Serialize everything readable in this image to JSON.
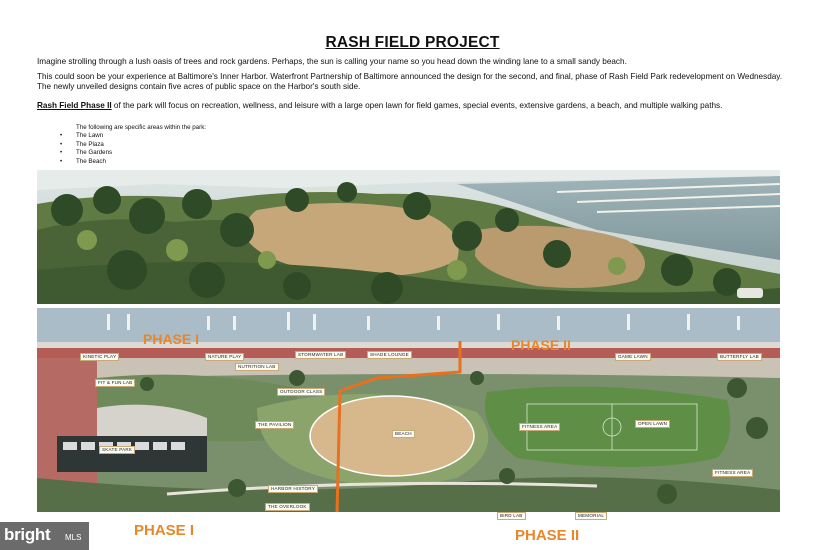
{
  "document": {
    "title": "RASH FIELD PROJECT",
    "paragraph1": "Imagine strolling through a lush oasis of trees and rock gardens. Perhaps, the sun is calling your name so you head down the winding lane to a small sandy beach.",
    "paragraph2": "This could soon be your experience at Baltimore's Inner Harbor. Waterfront Partnership of Baltimore announced the design for the second, and final, phase of Rash Field Park redevelopment on Wednesday. The newly unveiled designs contain five acres of public space on the Harbor's south side.",
    "paragraph3_bold": "Rash Field Phase II",
    "paragraph3_rest": " of the park will focus on recreation, wellness, and leisure with a large open lawn for field games, special events, extensive gardens, a beach, and multiple walking paths.",
    "areas_intro": "The following are specific areas within the park:",
    "areas": [
      "The Lawn",
      "The Plaza",
      "The Gardens",
      "The Beach"
    ]
  },
  "site_plan": {
    "labels": {
      "kinetic_play": "KINETIC PLAY",
      "nature_play": "NATURE PLAY",
      "stormwater_lab": "STORMWATER LAB",
      "shade_lounge": "SHADE LOUNGE",
      "game_lawn": "GAME LAWN",
      "butterfly_lab": "BUTTERFLY LAB",
      "fit_fun_lab": "FIT & FUN LAB",
      "nutrition_lab": "NUTRITION LAB",
      "outdoor_class": "OUTDOOR CLASS",
      "the_pavilion": "THE PAVILION",
      "beach": "BEACH",
      "fitness_area": "FITNESS AREA",
      "open_lawn": "OPEN LAWN",
      "skate_park": "SKATE PARK",
      "fitness_area_2": "FITNESS AREA",
      "harbor_history": "HARBOR HISTORY",
      "the_overlook": "THE OVERLOOK",
      "bird_lab": "BIRD LAB",
      "memorial": "MEMORIAL"
    },
    "phase_top_left": "PHASE I",
    "phase_top_right": "PHASE II",
    "phase_bottom_left": "PHASE I",
    "phase_bottom_right": "PHASE II",
    "divider_color": "#e8701f"
  },
  "watermark": {
    "logo": "bright",
    "suffix": "MLS"
  }
}
